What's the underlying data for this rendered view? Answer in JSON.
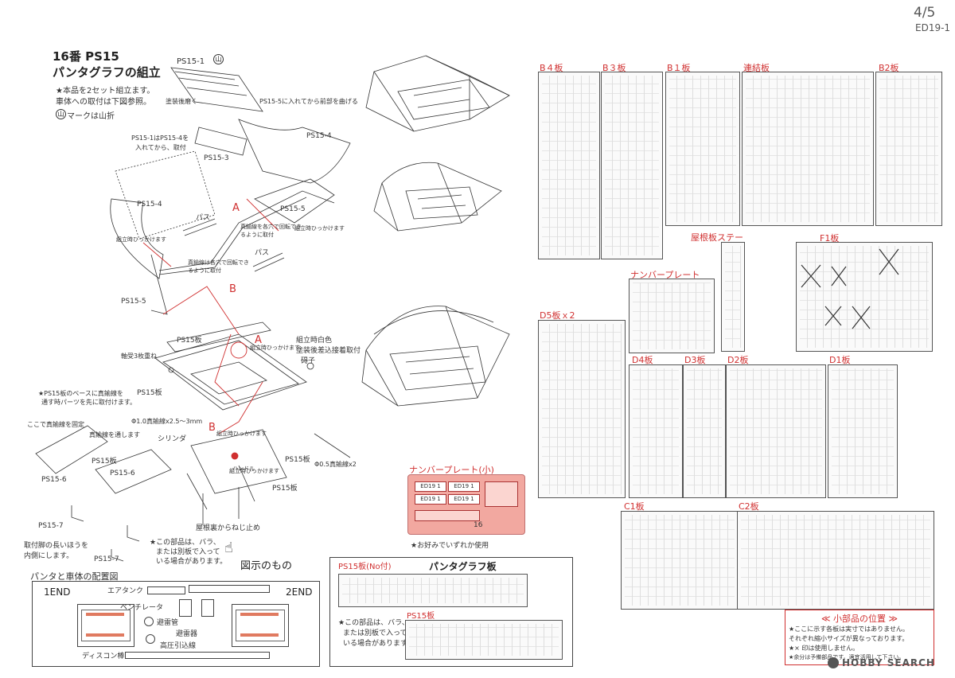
{
  "page": {
    "number": "4/5",
    "code": "ED19-1"
  },
  "header": {
    "title_num": "16番 PS15",
    "title": "パンタグラフの組立"
  },
  "notes": {
    "intro1": "★本品を2セット組立ます。",
    "intro2": "車体への取付は下図参照。",
    "mountain_fold": "マークは山折"
  },
  "assembly_labels": {
    "ps15_1": "PS15-1",
    "coat_after": "塗装後磨く",
    "bend_fold": "PS15-5に入れてから前部を曲げる",
    "ps15_1_into": "PS15-1はPS15-4を",
    "ps15_1_into2": "入れてから、取付",
    "ps15_3": "PS15-3",
    "ps15_4a": "PS15-4",
    "ps15_4b": "PS15-4",
    "ps15_5a": "PS15-5",
    "ps15_5b": "PS15-5",
    "pipe1": "パス",
    "pipe2": "パス",
    "mark_a1": "A",
    "mark_a2": "A",
    "mark_b1": "B",
    "mark_b2": "B",
    "hook1": "組立時ひっかけます",
    "hook2": "組立時ひっかけます",
    "hook3": "組立時ひっかけます",
    "hook4": "組立時ひっかけます",
    "hook5": "組立時ひっかけます",
    "rotate1": "真鍮線を各穴で回転できるように取付",
    "rotate2": "真鍮線は各穴で回転できるように取付",
    "ps15_board1": "PS15板",
    "ps15_board2": "PS15板",
    "ps15_board3": "PS15板",
    "ps15_board4": "PS15板",
    "washer": "軸受3枚重ね",
    "white_note1": "組立時白色",
    "white_note2": "塗装後差込接着取付",
    "insulator": "碍子",
    "wire10": "Φ1.0真鍮線x2.5～3mm",
    "wire05": "Φ0.5真鍮線x2",
    "cylinder": "シリンダ",
    "hook_handle": "ハンドル",
    "screw_fix": "屋根裏からねじ止め"
  },
  "side_notes": {
    "base1": "★PS15板のベースに真鍮線を",
    "base2": "通す時パーツを先に取付けます。",
    "measure": "ここで真鍮線を固定",
    "through": "真鍮線を通します",
    "ps15_board": "PS15板",
    "ps15_6a": "PS15-6",
    "ps15_6b": "PS15-6",
    "ps15_7a": "PS15-7",
    "ps15_7b": "PS15-7",
    "inner1": "取付脚の長いほうを",
    "inner2": "内側にします。",
    "part_note1": "★この部品は、バラ、",
    "part_note2": "または別板で入って",
    "part_note3": "いる場合があります。",
    "figure": "図示のもの"
  },
  "layout_diagram": {
    "title": "パンタと車体の配置図",
    "end1": "1END",
    "end2": "2END",
    "air_tank": "エアタンク",
    "ventilator": "ベンチレータ",
    "arrester1": "避雷管",
    "arrester2": "避雷器",
    "hv_lead": "高圧引込線",
    "discon": "ディスコン棒"
  },
  "sheets": {
    "b4": "B４板",
    "b3": "B３板",
    "b1": "B１板",
    "coupler": "連結板",
    "b2": "B2板",
    "roof_stay": "屋根板ステー",
    "f1": "F1板",
    "number_plate": "ナンバープレート",
    "d5": "D5板ｘ2",
    "d4": "D4板",
    "d3": "D3板",
    "d2": "D2板",
    "d1": "D1板",
    "c1": "C1板",
    "c2": "C2板"
  },
  "small_plate": {
    "title": "ナンバープレート(小)",
    "plates": [
      "ED19 1",
      "ED19 1",
      "ED19 1",
      "ED19 1"
    ],
    "num": "16",
    "note": "★お好みでいずれか使用"
  },
  "panta_box": {
    "left_label": "PS15板(No付)",
    "title": "パンタグラフ板",
    "ps15": "PS15板",
    "note1": "★この部品は、バラ、",
    "note2": "または別板で入って",
    "note3": "いる場合があります。"
  },
  "small_parts": {
    "title": "≪ 小部品の位置 ≫",
    "line1": "★ここに示す各板は実寸ではありません。",
    "line2": "それぞれ縮小サイズが異なっております。",
    "line3": "★× 印は使用しません。",
    "line4": "★余分は予備部品です。適宜活用して下さい。"
  },
  "watermark": "HOBBY SEARCH"
}
